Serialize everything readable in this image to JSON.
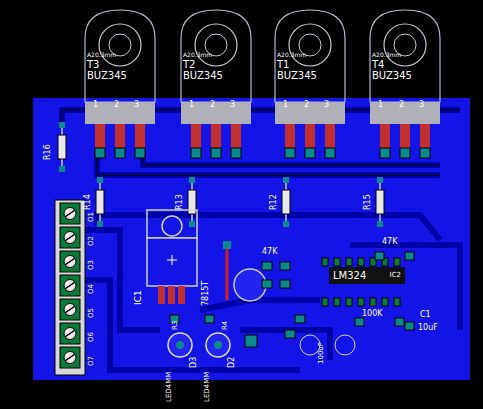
{
  "diagram": {
    "nodes": [
      {
        "text": [
          "A20.3mm",
          "T3",
          "BUZ345"
        ]
      },
      {
        "text": [
          "A20.3mm",
          "T2",
          "BUZ345"
        ]
      },
      {
        "text": [
          "A20.3mm",
          "T1",
          "BUZ345"
        ]
      },
      {
        "text": [
          "A20.3mm",
          "T4",
          "BUZ345"
        ]
      },
      {
        "text": [
          "LM324",
          "IC2"
        ]
      }
    ],
    "labels": [
      "1",
      "2",
      "3",
      "1",
      "2",
      "3",
      "1",
      "2",
      "3",
      "1",
      "2",
      "3",
      "R16",
      "R14",
      "R13",
      "R12",
      "R15",
      "IC1",
      "7815T",
      "47K",
      "47K",
      "100K",
      "C1",
      "10uF",
      "100uF",
      "LED4MM",
      "D3",
      "LED4MM",
      "D2",
      "R3",
      "R4",
      "O1",
      "O2",
      "O3",
      "O4",
      "O5",
      "O6",
      "O7"
    ]
  }
}
